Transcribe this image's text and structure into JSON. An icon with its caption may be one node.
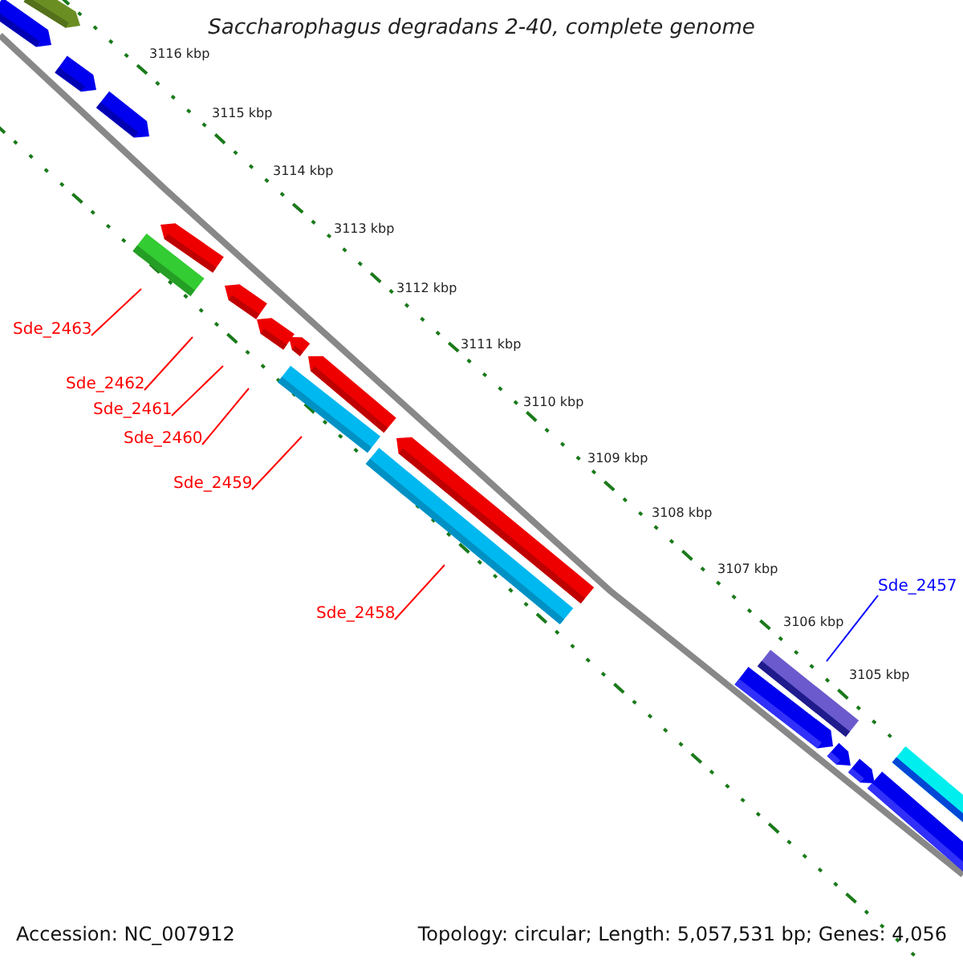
{
  "diagram": {
    "title": "Saccharophagus degradans 2-40, complete genome",
    "nodes": [
      {
        "text": [
          "Sde_2463"
        ]
      },
      {
        "text": [
          "Sde_2462"
        ]
      },
      {
        "text": [
          "Sde_2461"
        ]
      },
      {
        "text": [
          "Sde_2460"
        ]
      },
      {
        "text": [
          "Sde_2459"
        ]
      },
      {
        "text": [
          "Sde_2458"
        ]
      },
      {
        "text": [
          "Sde_2457"
        ]
      }
    ],
    "edges": [
      {
        "from": 0,
        "to": null,
        "arrow": "none"
      },
      {
        "from": 1,
        "to": null,
        "arrow": "none"
      },
      {
        "from": 2,
        "to": null,
        "arrow": "none"
      },
      {
        "from": 3,
        "to": null,
        "arrow": "none"
      },
      {
        "from": 4,
        "to": null,
        "arrow": "none"
      },
      {
        "from": 5,
        "to": null,
        "arrow": "none"
      },
      {
        "from": 6,
        "to": null,
        "arrow": "none",
        "color": "#0000ff"
      }
    ],
    "labels": [
      "3116 kbp",
      "3115 kbp",
      "3114 kbp",
      "3113 kbp",
      "3112 kbp",
      "3111 kbp",
      "3110 kbp",
      "3109 kbp",
      "3108 kbp",
      "3107 kbp",
      "3106 kbp",
      "3105 kbp",
      "Accession: NC_007912",
      "Topology: circular; Length: 5,057,531 bp; Genes: 4,056"
    ]
  }
}
